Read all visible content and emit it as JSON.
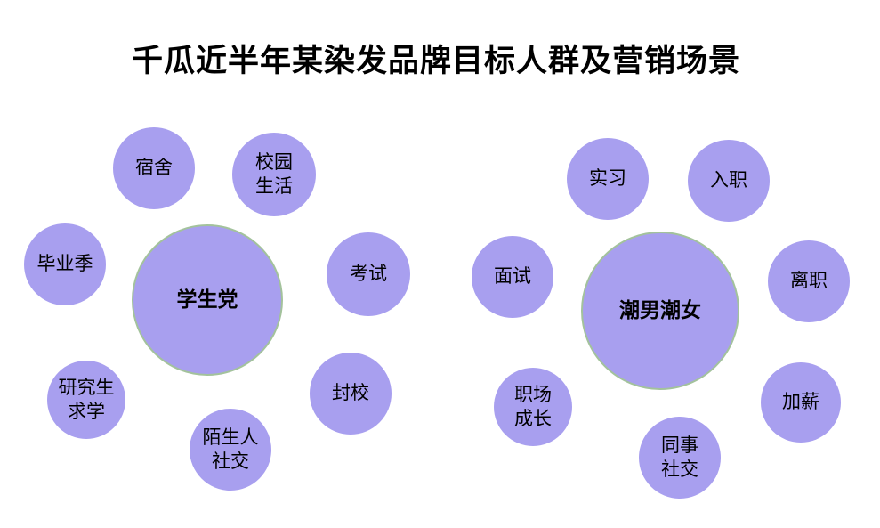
{
  "title": "千瓜近半年某染发品牌目标人群及营销场景",
  "colors": {
    "background": "#FFFFFF",
    "bubble_fill": "#A89FEF",
    "hub_border": "#A3C29C",
    "label": "#000000"
  },
  "clusters": [
    {
      "hub": {
        "label": "学生党"
      },
      "satellites": [
        {
          "label": "宿舍"
        },
        {
          "label": "校园\n生活"
        },
        {
          "label": "毕业季"
        },
        {
          "label": "考试"
        },
        {
          "label": "研究生\n求学"
        },
        {
          "label": "封校"
        },
        {
          "label": "陌生人\n社交"
        }
      ]
    },
    {
      "hub": {
        "label": "潮男潮女"
      },
      "satellites": [
        {
          "label": "实习"
        },
        {
          "label": "入职"
        },
        {
          "label": "面试"
        },
        {
          "label": "离职"
        },
        {
          "label": "职场\n成长"
        },
        {
          "label": "加薪"
        },
        {
          "label": "同事\n社交"
        }
      ]
    }
  ]
}
